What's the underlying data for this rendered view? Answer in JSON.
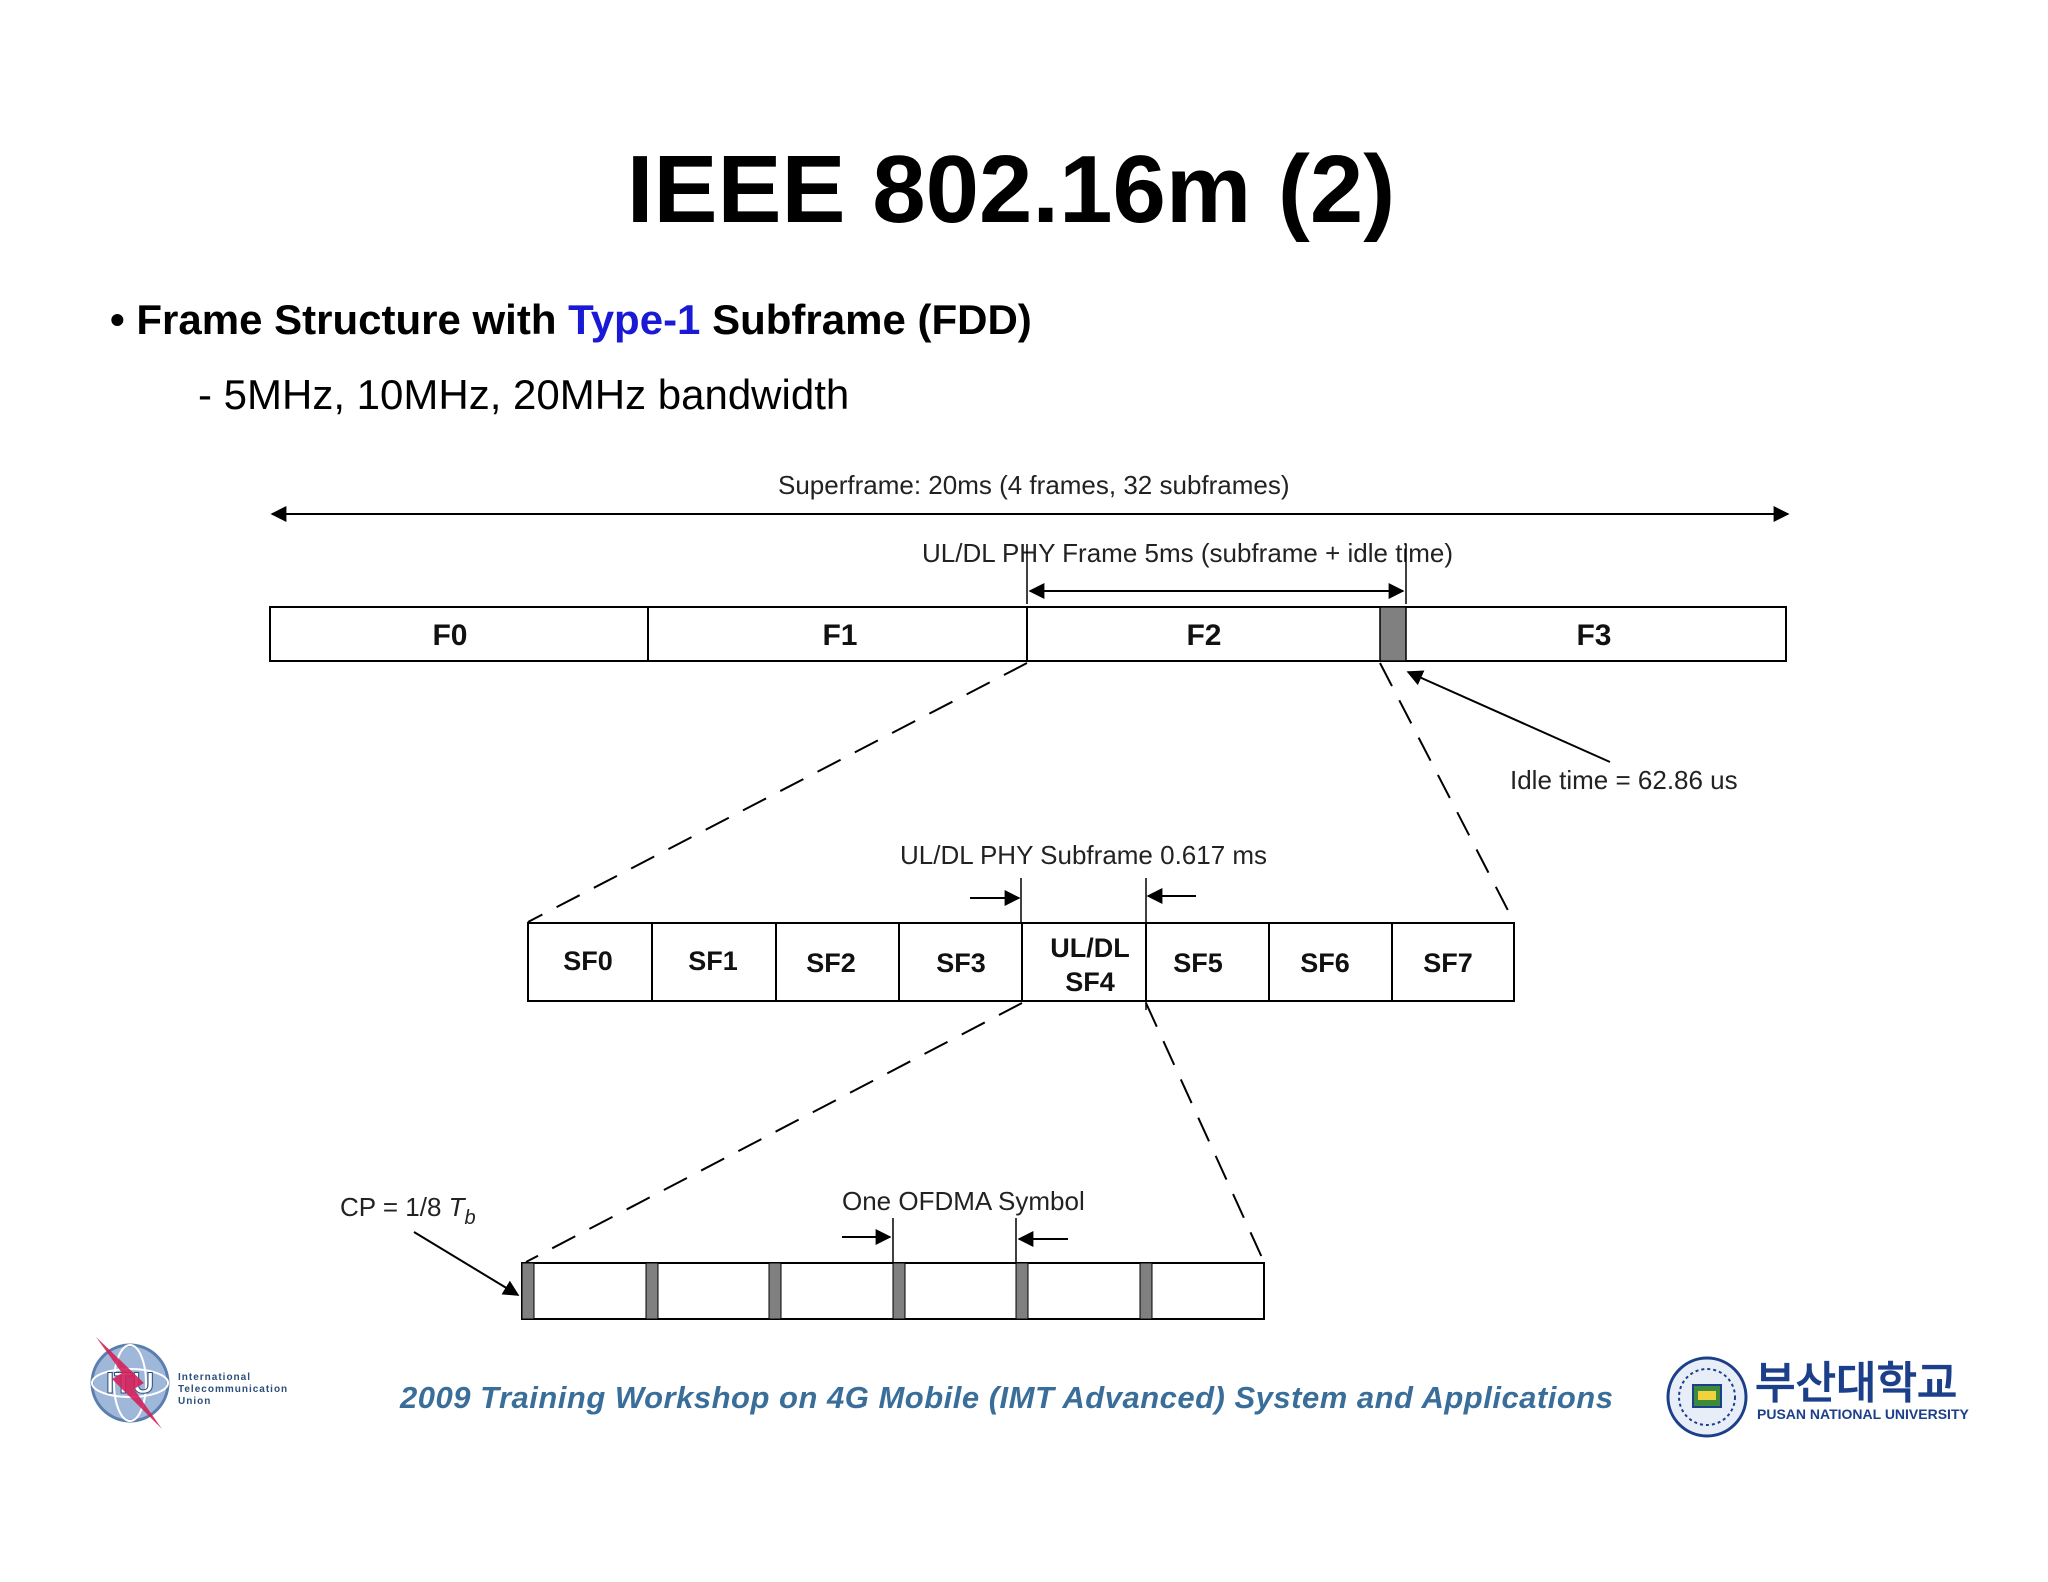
{
  "title": "IEEE 802.16m (2)",
  "bullet": {
    "prefix": "Frame Structure with ",
    "accent": "Type-1",
    "suffix": " Subframe (FDD)",
    "marker": "•"
  },
  "sub_bullet": "- 5MHz, 10MHz, 20MHz bandwidth",
  "diagram": {
    "superframe_label": "Superframe: 20ms (4 frames, 32 subframes)",
    "frame_label": "UL/DL PHY Frame 5ms (subframe + idle time)",
    "frames": [
      "F0",
      "F1",
      "F2",
      "F3"
    ],
    "idle_label": "Idle time = 62.86 us",
    "subframe_label": "UL/DL PHY Subframe 0.617 ms",
    "subframes": [
      "SF0",
      "SF1",
      "SF2",
      "SF3",
      "UL/DL",
      "SF4",
      "SF5",
      "SF6",
      "SF7"
    ],
    "cp_label": "CP = 1/8 ",
    "cp_symbol": "T",
    "cp_subscript": "b",
    "symbol_label": "One OFDMA Symbol"
  },
  "footer": {
    "workshop": "2009 Training Workshop on 4G Mobile (IMT Advanced) System and Applications",
    "itu_text": [
      "International",
      "Telecommunication",
      "Union"
    ],
    "itu_logo_text": "ITU",
    "pnu_name_ko": "부산대학교",
    "pnu_name_en": "PUSAN NATIONAL UNIVERSITY"
  },
  "colors": {
    "accent": "#1a1ad6",
    "idle_block": "#808080",
    "footer_text": "#3a6e9a",
    "pnu_blue": "#1c3f8a"
  }
}
